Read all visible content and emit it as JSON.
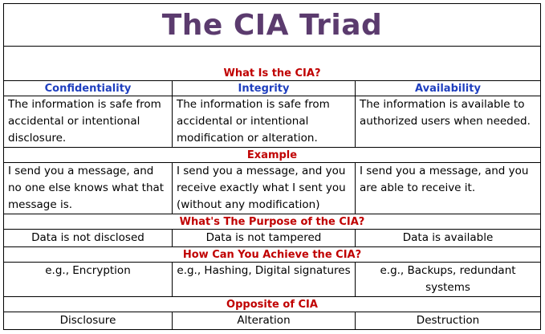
{
  "title": "The CIA Triad",
  "sections": {
    "what": "What Is the CIA?",
    "example": "Example",
    "purpose": "What's The Purpose of the CIA?",
    "achieve": "How Can You Achieve the CIA?",
    "opposite": "Opposite of CIA"
  },
  "columns": [
    "Confidentiality",
    "Integrity",
    "Availability"
  ],
  "what_rows": [
    "The information is safe from accidental or intentional disclosure.",
    "The information is safe from accidental or intentional modification or alteration.",
    "The information is available to authorized users when needed."
  ],
  "example_rows": [
    "I send you a message, and no one else knows what that message is.",
    "I send you a message, and you receive exactly what I sent you (without any modification)",
    "I send you a message, and you are able to receive it."
  ],
  "purpose_rows": [
    "Data is not disclosed",
    "Data is not tampered",
    "Data is available"
  ],
  "achieve_rows": [
    "e.g., Encryption",
    "e.g., Hashing, Digital signatures",
    "e.g., Backups, redundant systems"
  ],
  "opposite_rows": [
    "Disclosure",
    "Alteration",
    "Destruction"
  ],
  "colors": {
    "title": "#5b3b6e",
    "section_heading": "#c00000",
    "column_heading": "#1f3fbf",
    "border": "#000000"
  }
}
